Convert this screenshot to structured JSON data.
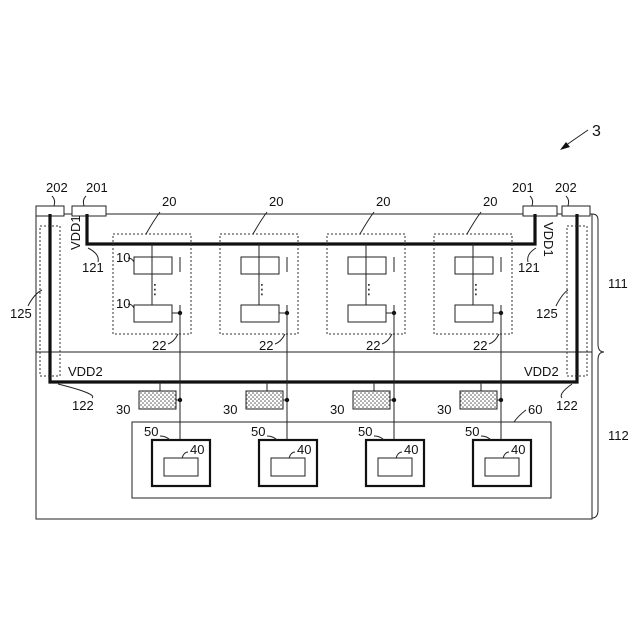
{
  "labels": {
    "fig_ref": "3",
    "pad_a": "201",
    "pad_b": "202",
    "region_top": "111",
    "region_bottom": "112",
    "vdd1": "VDD1",
    "vdd2": "VDD2",
    "line_121": "121",
    "line_122": "122",
    "line_125": "125",
    "block_20": "20",
    "unit_10": "10",
    "wire_22": "22",
    "driver_30": "30",
    "group_60": "60",
    "cell_50": "50",
    "sub_40": "40",
    "ellipsis": "⋮"
  },
  "colors": {
    "line": "#111111",
    "driver_fill": "#bdbdbd"
  }
}
